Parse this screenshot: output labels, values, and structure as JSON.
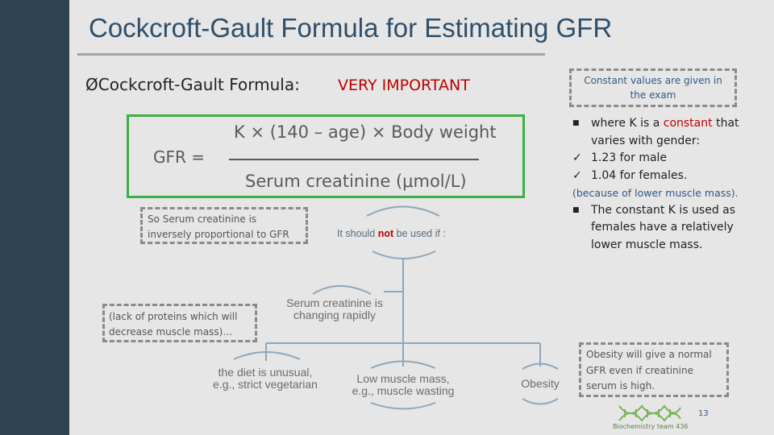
{
  "slide": {
    "title": "Cockcroft-Gault Formula for Estimating GFR",
    "formula_heading": "ØCockcroft-Gault Formula:",
    "important": "VERY IMPORTANT",
    "constant_note": "Constant values are given in the exam",
    "formula": {
      "lhs": "GFR  =",
      "numerator": "K × (140 – age) × Body weight",
      "denominator": "Serum creatinine (μmol/L)"
    },
    "right_column": {
      "k_pre": "where K is a ",
      "k_highlight": "constant",
      "k_post": " that varies with gender:",
      "male": "1.23  for male",
      "female": "1.04  for females.",
      "reason": "(because of lower muscle mass).",
      "females_note": "The constant K is used as females have a relatively lower muscle mass."
    },
    "inverse_note": "So Serum creatinine is inversely proportional to GFR",
    "lack_note": "(lack of proteins which will decrease muscle mass)…",
    "obesity_note": "Obesity will give a normal GFR even if creatinine serum is high.",
    "diagram": {
      "root_pre": "It should ",
      "root_not": "not",
      "root_post": " be used if :",
      "mid": "Serum creatinine is changing rapidly",
      "leaf1": "the diet is unusual, e.g., strict vegetarian",
      "leaf2": "Low muscle mass, e.g., muscle wasting",
      "leaf3": "Obesity"
    },
    "logo_text": "Biochemistry team 436",
    "page_number": "13"
  },
  "colors": {
    "sidebar": "#2f4452",
    "title": "#2f4f6a",
    "accent_red": "#c00000",
    "formula_border": "#3cb043",
    "note_border": "#8a8a8a"
  }
}
